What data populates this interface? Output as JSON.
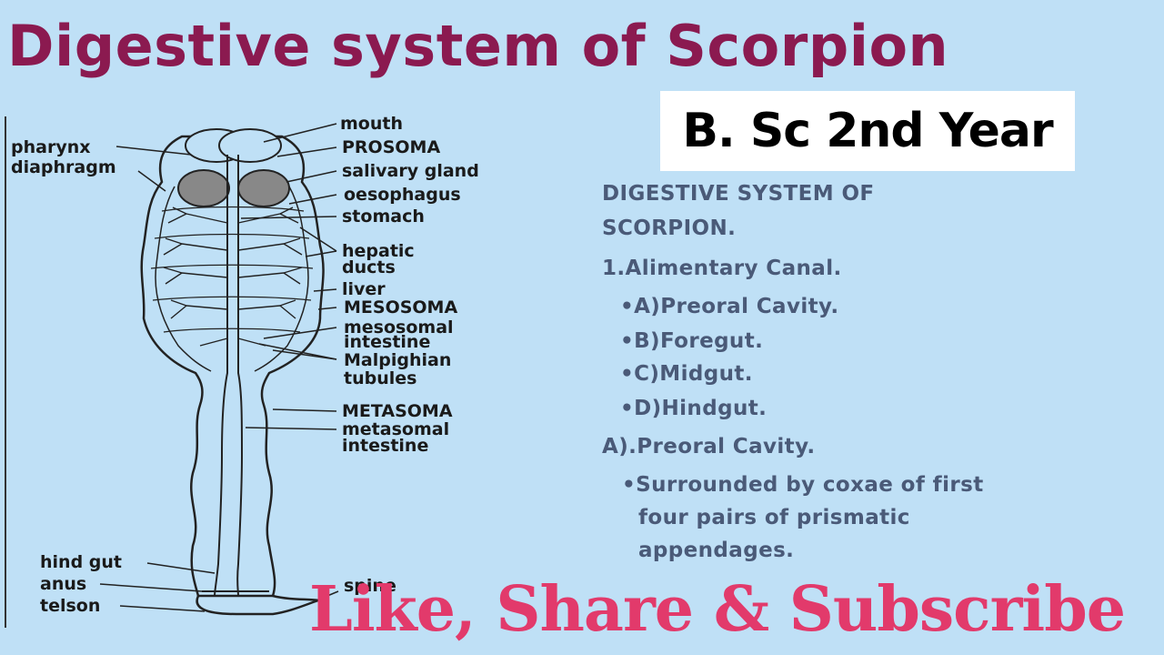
{
  "title": "Digestive system of Scorpion",
  "badge": "B. Sc 2nd Year",
  "diagram": {
    "labels": {
      "mouth": "mouth",
      "prosoma": "PROSOMA",
      "salivary_gland": "salivary gland",
      "oesophagus": "oesophagus",
      "stomach": "stomach",
      "hepatic_ducts_1": "hepatic",
      "hepatic_ducts_2": "ducts",
      "liver": "liver",
      "mesosoma": "MESOSOMA",
      "mesosomal_1": "mesosomal",
      "mesosomal_2": "intestine",
      "malpighian_1": "Malpighian",
      "malpighian_2": "tubules",
      "metasoma": "METASOMA",
      "metasomal_1": "metasomal",
      "metasomal_2": "intestine",
      "pharynx": "pharynx",
      "diaphragm": "diaphragm",
      "hind_gut": "hind gut",
      "anus": "anus",
      "telson": "telson",
      "spine": "spine"
    }
  },
  "notes": {
    "heading_1": "DIGESTIVE SYSTEM OF",
    "heading_2": "SCORPION.",
    "section_1": "1.Alimentary Canal.",
    "items": [
      "•A)Preoral Cavity.",
      "•B)Foregut.",
      "•C)Midgut.",
      "•D)Hindgut."
    ],
    "section_a": "A).Preoral Cavity.",
    "desc_1": "•Surrounded by coxae of first",
    "desc_2": "four pairs of prismatic",
    "desc_3": "appendages."
  },
  "cta": "Like, Share & Subscribe",
  "colors": {
    "background": "#bfe0f6",
    "title": "#8b1a50",
    "cta": "#e23a6b",
    "notes": "#4a5a78"
  }
}
